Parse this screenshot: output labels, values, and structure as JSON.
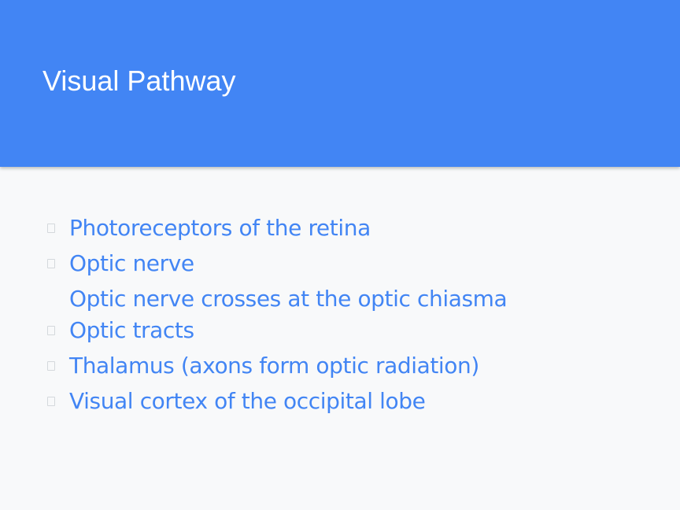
{
  "slide": {
    "title": "Visual Pathway",
    "colors": {
      "header_bg": "#4285f4",
      "text_accent": "#4285f4",
      "background": "#f8f9fa"
    },
    "items": [
      {
        "text": "Photoreceptors of the retina",
        "bulleted": true
      },
      {
        "text": "Optic nerve",
        "bulleted": true
      },
      {
        "text": "Optic nerve crosses at the optic chiasma",
        "bulleted": false
      },
      {
        "text": "Optic tracts",
        "bulleted": true
      },
      {
        "text": "Thalamus (axons form optic radiation)",
        "bulleted": true
      },
      {
        "text": "Visual cortex of the occipital lobe",
        "bulleted": true
      }
    ]
  }
}
